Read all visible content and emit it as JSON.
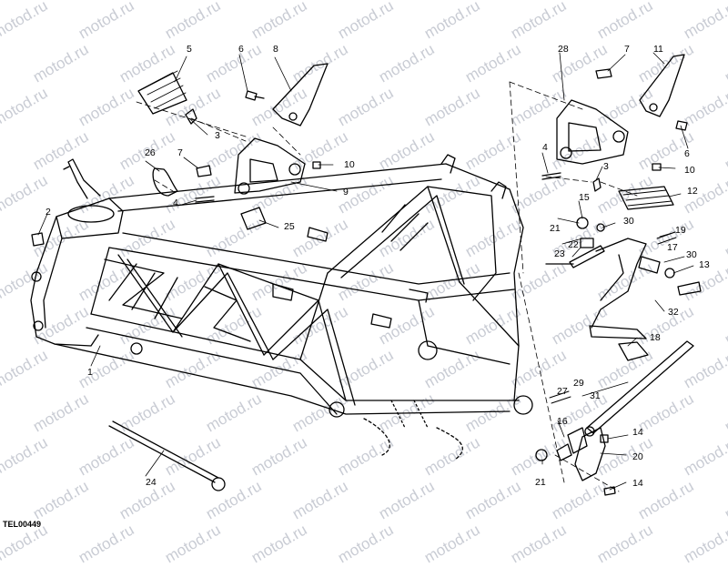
{
  "watermark": "motod.ru",
  "drawing_code": "TEL00449",
  "callouts": [
    {
      "label": "1"
    },
    {
      "label": "2"
    },
    {
      "label": "3"
    },
    {
      "label": "3"
    },
    {
      "label": "4"
    },
    {
      "label": "4"
    },
    {
      "label": "5"
    },
    {
      "label": "6"
    },
    {
      "label": "6"
    },
    {
      "label": "7"
    },
    {
      "label": "7"
    },
    {
      "label": "8"
    },
    {
      "label": "9"
    },
    {
      "label": "10"
    },
    {
      "label": "10"
    },
    {
      "label": "11"
    },
    {
      "label": "12"
    },
    {
      "label": "13"
    },
    {
      "label": "14"
    },
    {
      "label": "14"
    },
    {
      "label": "15"
    },
    {
      "label": "16"
    },
    {
      "label": "17"
    },
    {
      "label": "18"
    },
    {
      "label": "19"
    },
    {
      "label": "20"
    },
    {
      "label": "21"
    },
    {
      "label": "21"
    },
    {
      "label": "22"
    },
    {
      "label": "23"
    },
    {
      "label": "24"
    },
    {
      "label": "25"
    },
    {
      "label": "26"
    },
    {
      "label": "27"
    },
    {
      "label": "28"
    },
    {
      "label": "29"
    },
    {
      "label": "30"
    },
    {
      "label": "30"
    },
    {
      "label": "31"
    },
    {
      "label": "32"
    }
  ]
}
